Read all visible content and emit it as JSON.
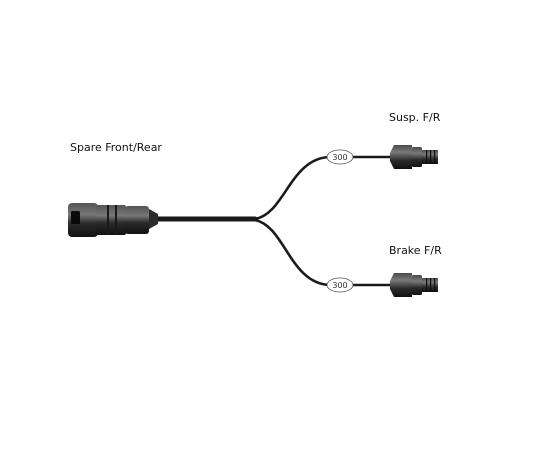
{
  "labels": {
    "main_connector": "Spare Front/Rear",
    "branch_upper": "Susp. F/R",
    "branch_lower": "Brake F/R"
  },
  "lengths": {
    "upper": "300",
    "lower": "300"
  },
  "colors": {
    "cable": "#1a1a1a",
    "connector_body": "#2b2b2b",
    "connector_highlight": "#6b6b6b",
    "tag_fill": "#ffffff",
    "tag_stroke": "#555555"
  }
}
